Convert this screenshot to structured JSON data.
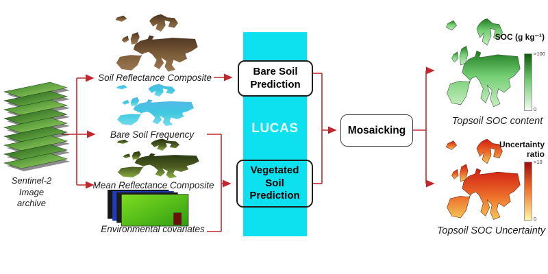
{
  "diagram": {
    "source": {
      "lines": [
        "Sentinel-2",
        "Image",
        "archive"
      ]
    },
    "inputs": [
      {
        "label": "Soil Reflectance Composite"
      },
      {
        "label": "Bare Soil Frequency"
      },
      {
        "label": "Mean Reflectance Composite"
      },
      {
        "label": "Environmental covariates"
      }
    ],
    "lucas_band": {
      "label": "LUCAS"
    },
    "boxes": {
      "bare": {
        "lines": [
          "Bare Soil",
          "Prediction"
        ]
      },
      "vegetated": {
        "lines": [
          "Vegetated",
          "Soil",
          "Prediction"
        ]
      },
      "mosaicking": {
        "label": "Mosaicking"
      }
    },
    "outputs": {
      "soc": {
        "legend_title": "SOC (g kg⁻¹)",
        "scale_max": ">100",
        "scale_min": "0",
        "caption": "Topsoil SOC content"
      },
      "uncertainty": {
        "legend_lines": [
          "Uncertainty",
          "ratio"
        ],
        "scale_max": ">10",
        "scale_min": "0",
        "caption": "Topsoil SOC Uncertainty"
      }
    },
    "colors": {
      "band": "#0de1ef",
      "arrow": "#c1272d",
      "soc_high": "#0b5d0b",
      "soc_mid": "#6fc86f",
      "soc_low": "#f4fbf1",
      "unc_high": "#9e0b0f",
      "unc_mid": "#ee7028",
      "unc_low": "#fdf5a6"
    }
  }
}
